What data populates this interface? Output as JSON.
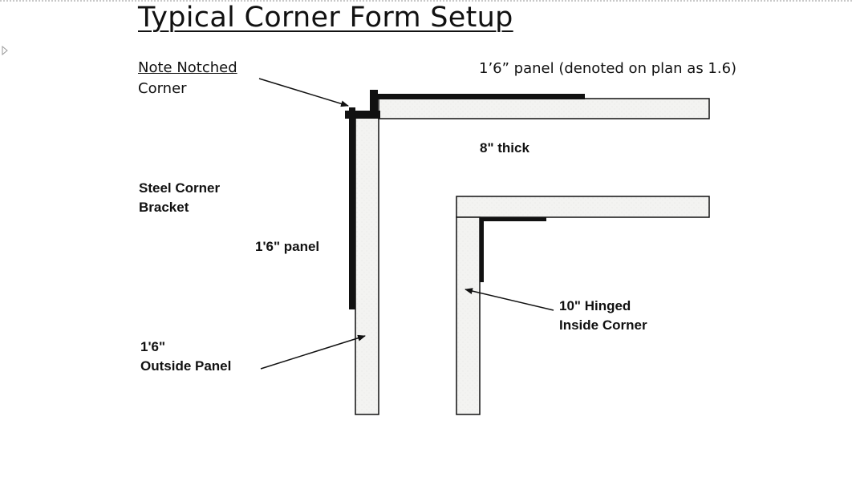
{
  "title": "Typical Corner Form Setup",
  "labels": {
    "note_line1": "Note Notched",
    "note_line2": "Corner",
    "top_panel": "1’6” panel (denoted on plan as 1.6)",
    "thickness": "8\" thick",
    "bracket_line1": "Steel Corner",
    "bracket_line2": "Bracket",
    "left_panel": "1'6\" panel",
    "outside_line1": "1'6\"",
    "outside_line2": "Outside Panel",
    "hinged_line1": "10\" Hinged",
    "hinged_line2": "Inside Corner"
  },
  "colors": {
    "panel_fill": "#f3f3f1",
    "line": "#111111",
    "background": "#ffffff"
  },
  "icons": {
    "slide_marker": "triangle-right-icon"
  }
}
